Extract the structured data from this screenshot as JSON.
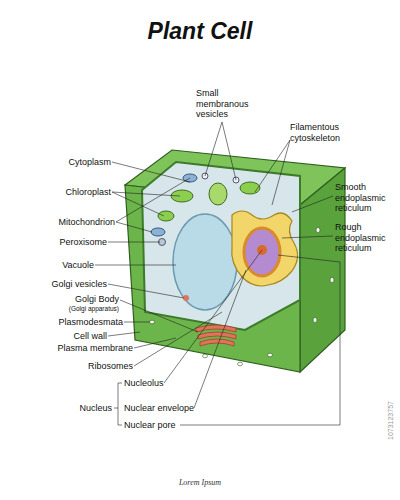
{
  "diagram": {
    "title": "Plant Cell",
    "caption": "Lorem Ipsum",
    "labels": [
      "Small membranous vesicles",
      "Filamentous cytoskeleton",
      "Cytoplasm",
      "Chloroplast",
      "Mitochondrion",
      "Peroxisome",
      "Smooth endoplasmic reticulum",
      "Rough endoplasmic reticulum",
      "Vacuole",
      "Golgi vesicles",
      "Golgi Body",
      "(Golgi apparatus)",
      "Plasmodesmata",
      "Cell wall",
      "Plasma membrane",
      "Ribosomes",
      "Nucleolus",
      "Nucleus",
      "Nuclear envelope",
      "Nuclear pore",
      "1073123757"
    ]
  }
}
